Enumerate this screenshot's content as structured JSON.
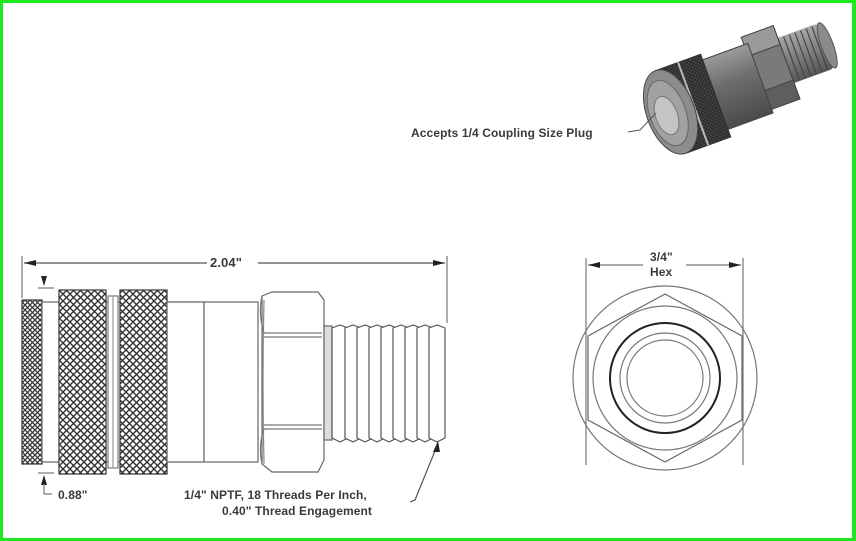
{
  "figure": {
    "title": "Quick coupler technical drawing",
    "border_color": "#1ee81e",
    "line_color": "#555555"
  },
  "iso_view": {
    "callout": "Accepts 1/4 Coupling Size Plug"
  },
  "side_view": {
    "overall_length": "2.04\"",
    "diameter": "0.88\"",
    "thread_callout_line1": "1/4\" NPTF, 18 Threads Per Inch,",
    "thread_callout_line2": "0.40\" Thread Engagement"
  },
  "end_view": {
    "hex_size": "3/4\"",
    "hex_label": "Hex"
  }
}
